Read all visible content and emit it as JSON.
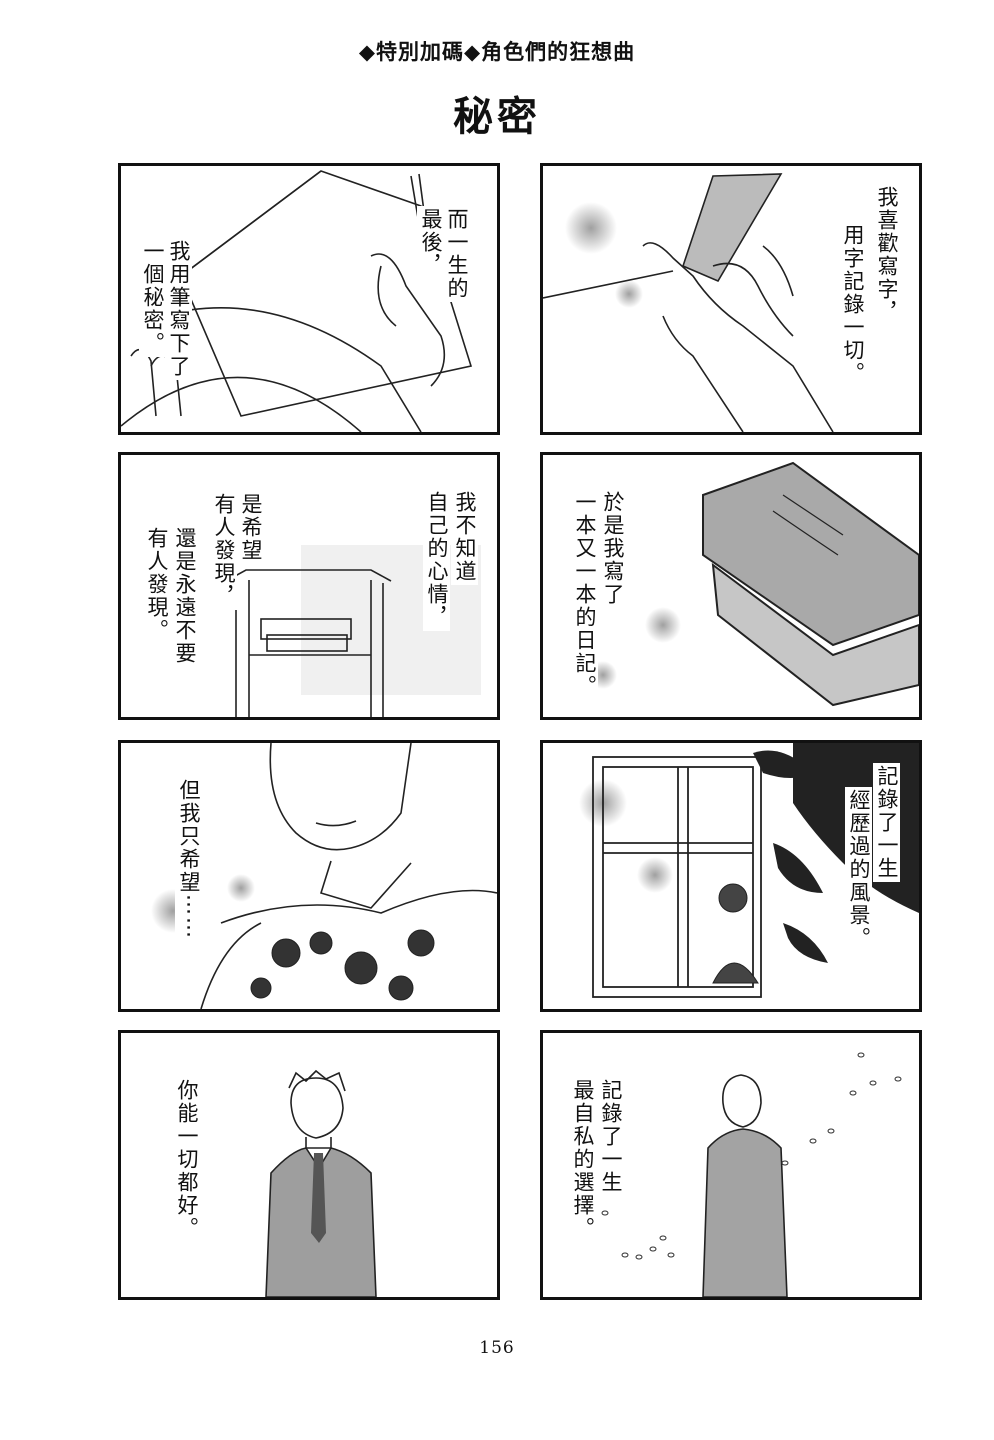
{
  "header": {
    "series_label": "◆特別加碼◆角色們的狂想曲",
    "title": "秘密"
  },
  "page_number": "156",
  "panels": [
    {
      "id": "p1",
      "lines": [
        "而一生的",
        "最後，",
        "我用筆寫下了",
        "一個秘密。"
      ]
    },
    {
      "id": "p2",
      "lines": [
        "我喜歡寫字，",
        "用字記錄一切。"
      ]
    },
    {
      "id": "p3",
      "lines": [
        "我不知道",
        "自己的心情，",
        "是希望",
        "有人發現，",
        "還是永遠不要",
        "有人發現。"
      ]
    },
    {
      "id": "p4",
      "lines": [
        "於是我寫了",
        "一本又一本的日記。"
      ]
    },
    {
      "id": "p5",
      "lines": [
        "但我只希望⋯⋯"
      ]
    },
    {
      "id": "p6",
      "lines": [
        "記錄了一生",
        "經歷過的風景。"
      ]
    },
    {
      "id": "p7",
      "lines": [
        "你能一切都好。"
      ]
    },
    {
      "id": "p8",
      "lines": [
        "記錄了一生",
        "最自私的選擇。"
      ]
    }
  ]
}
